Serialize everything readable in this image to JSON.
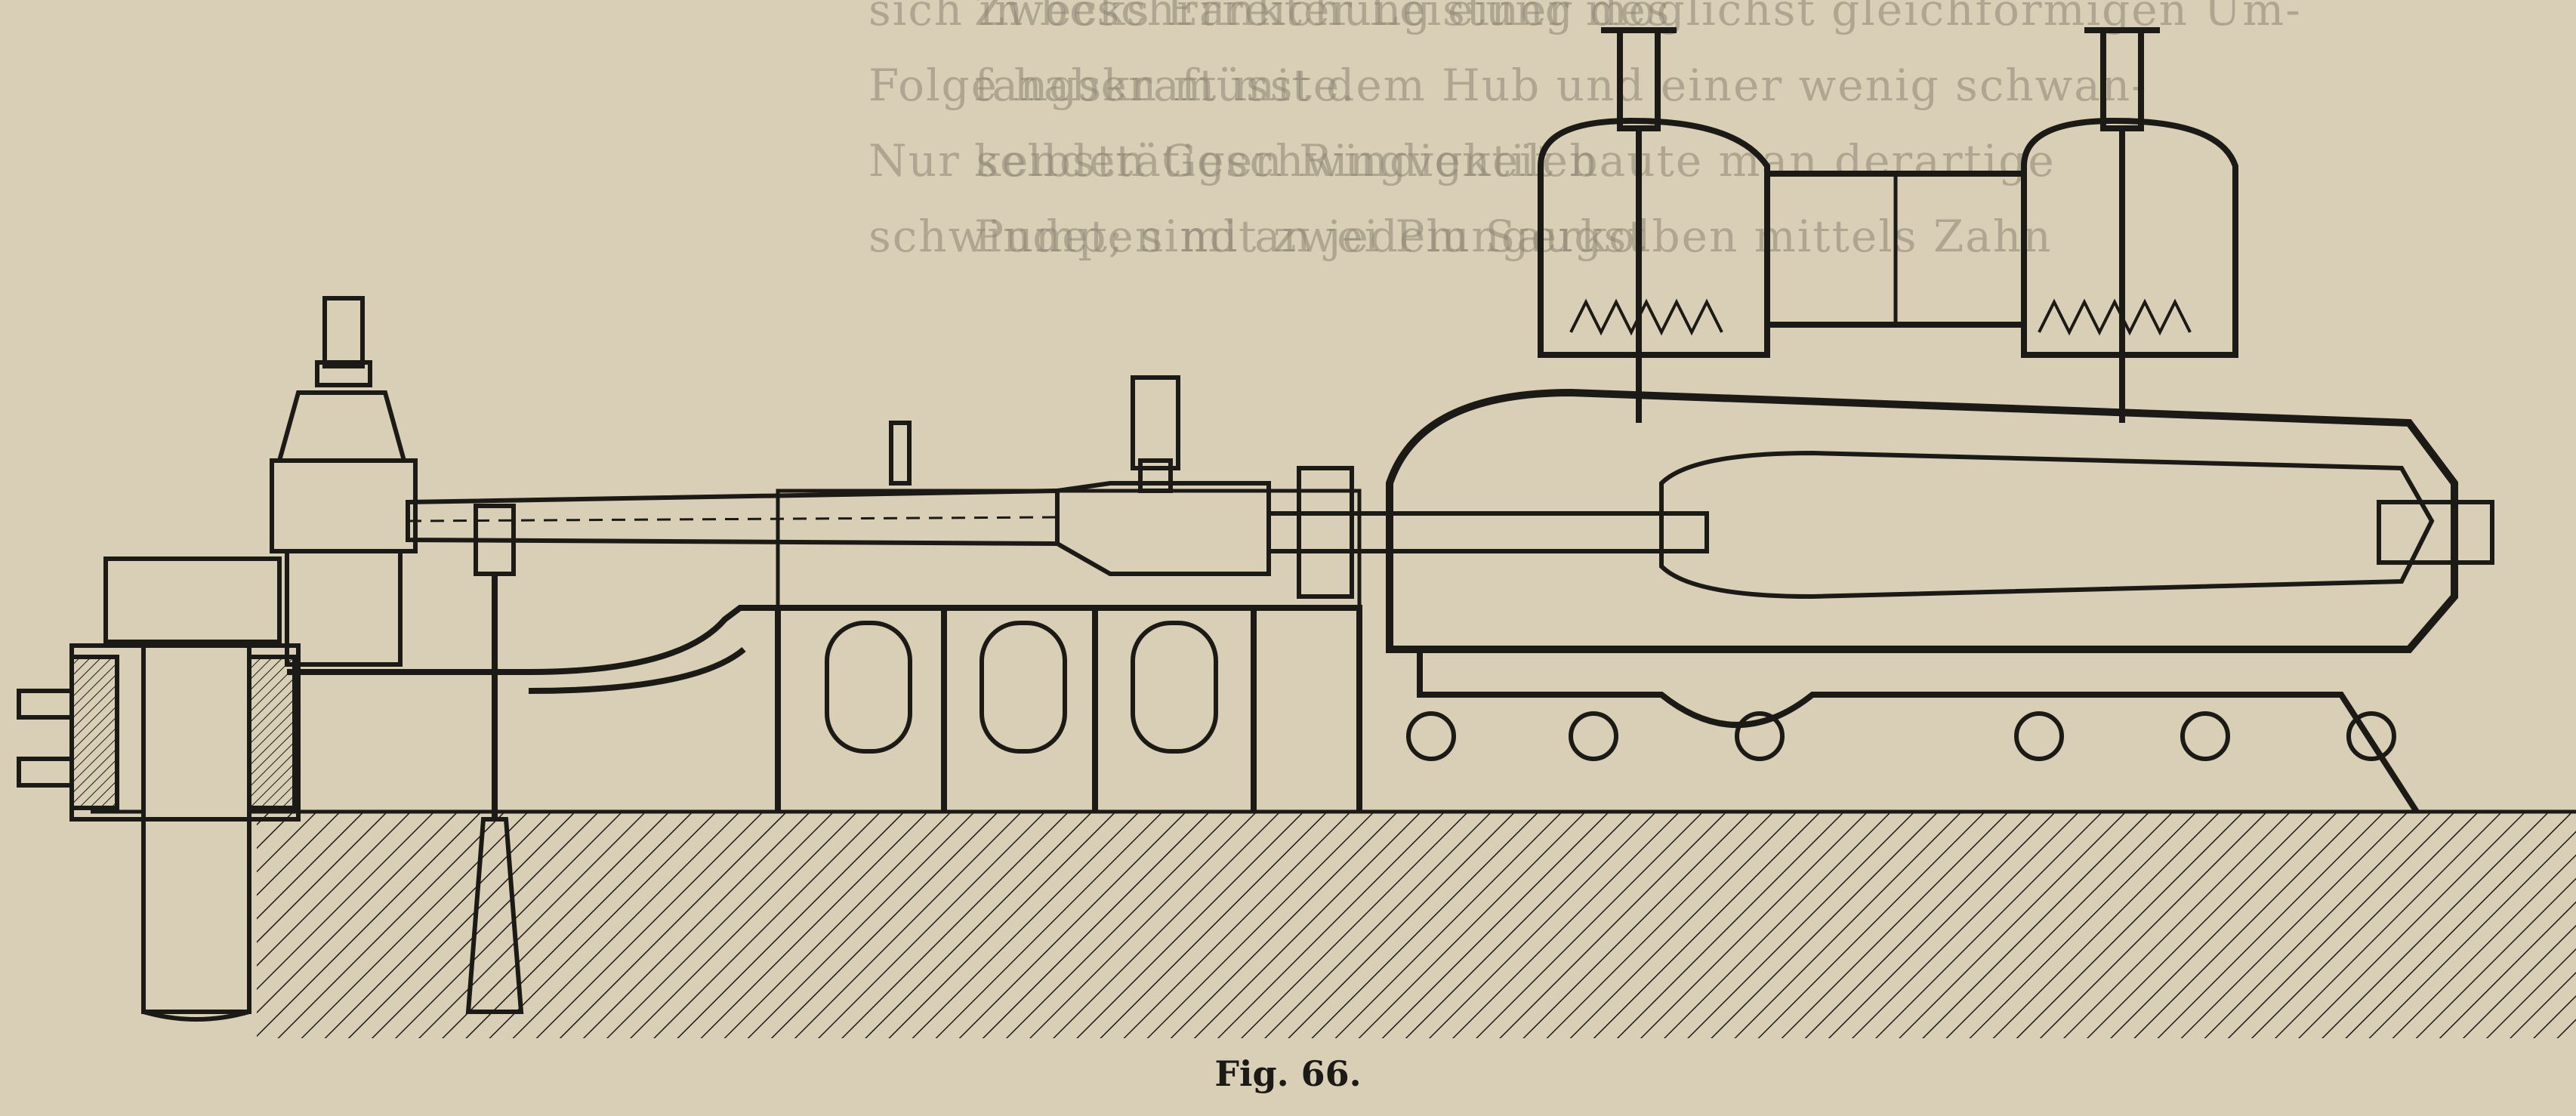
{
  "figure": {
    "caption": "Fig. 66."
  },
  "bleed_text": {
    "left_column": [
      "sich in beschränkter Leistung des",
      "Folge haben müsste.",
      "Nur selbsttätigen Ringventilen",
      "schwindet; sind an jedem Saugst"
    ],
    "right_column": [
      "Zwecks Erreichung einer möglichst gleichförmigen Um-",
      "fangskraft mit dem Hub und einer wenig schwan-",
      "kenden Geschwindigkeit baute man derartige",
      "Pumpen mit zwei Plungerkolben mittels Zahn"
    ]
  },
  "colors": {
    "paper": "#d9cfb6",
    "ink": "#1c1a16",
    "bleed": "#8d8573"
  }
}
